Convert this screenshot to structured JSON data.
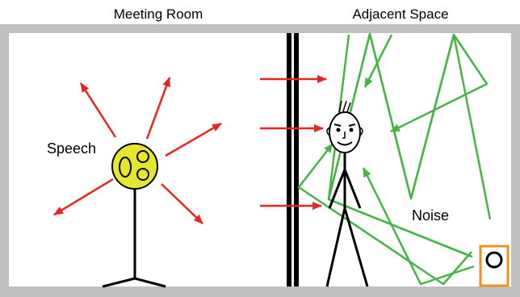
{
  "labels": {
    "meeting_room": "Meeting Room",
    "adjacent_space": "Adjacent Space",
    "speech": "Speech",
    "noise": "Noise"
  },
  "colors": {
    "wall_gray": "#c0c0c0",
    "speech_arrow": "#e8261f",
    "noise_path": "#46b446",
    "head_fill": "#e6e62a",
    "speaker_box": "#f0901e",
    "ink": "#000000"
  },
  "icons": {
    "noise_source": "speaker-icon",
    "speaker_person": "talking-person-icon",
    "listener_person": "listener-person-icon"
  }
}
